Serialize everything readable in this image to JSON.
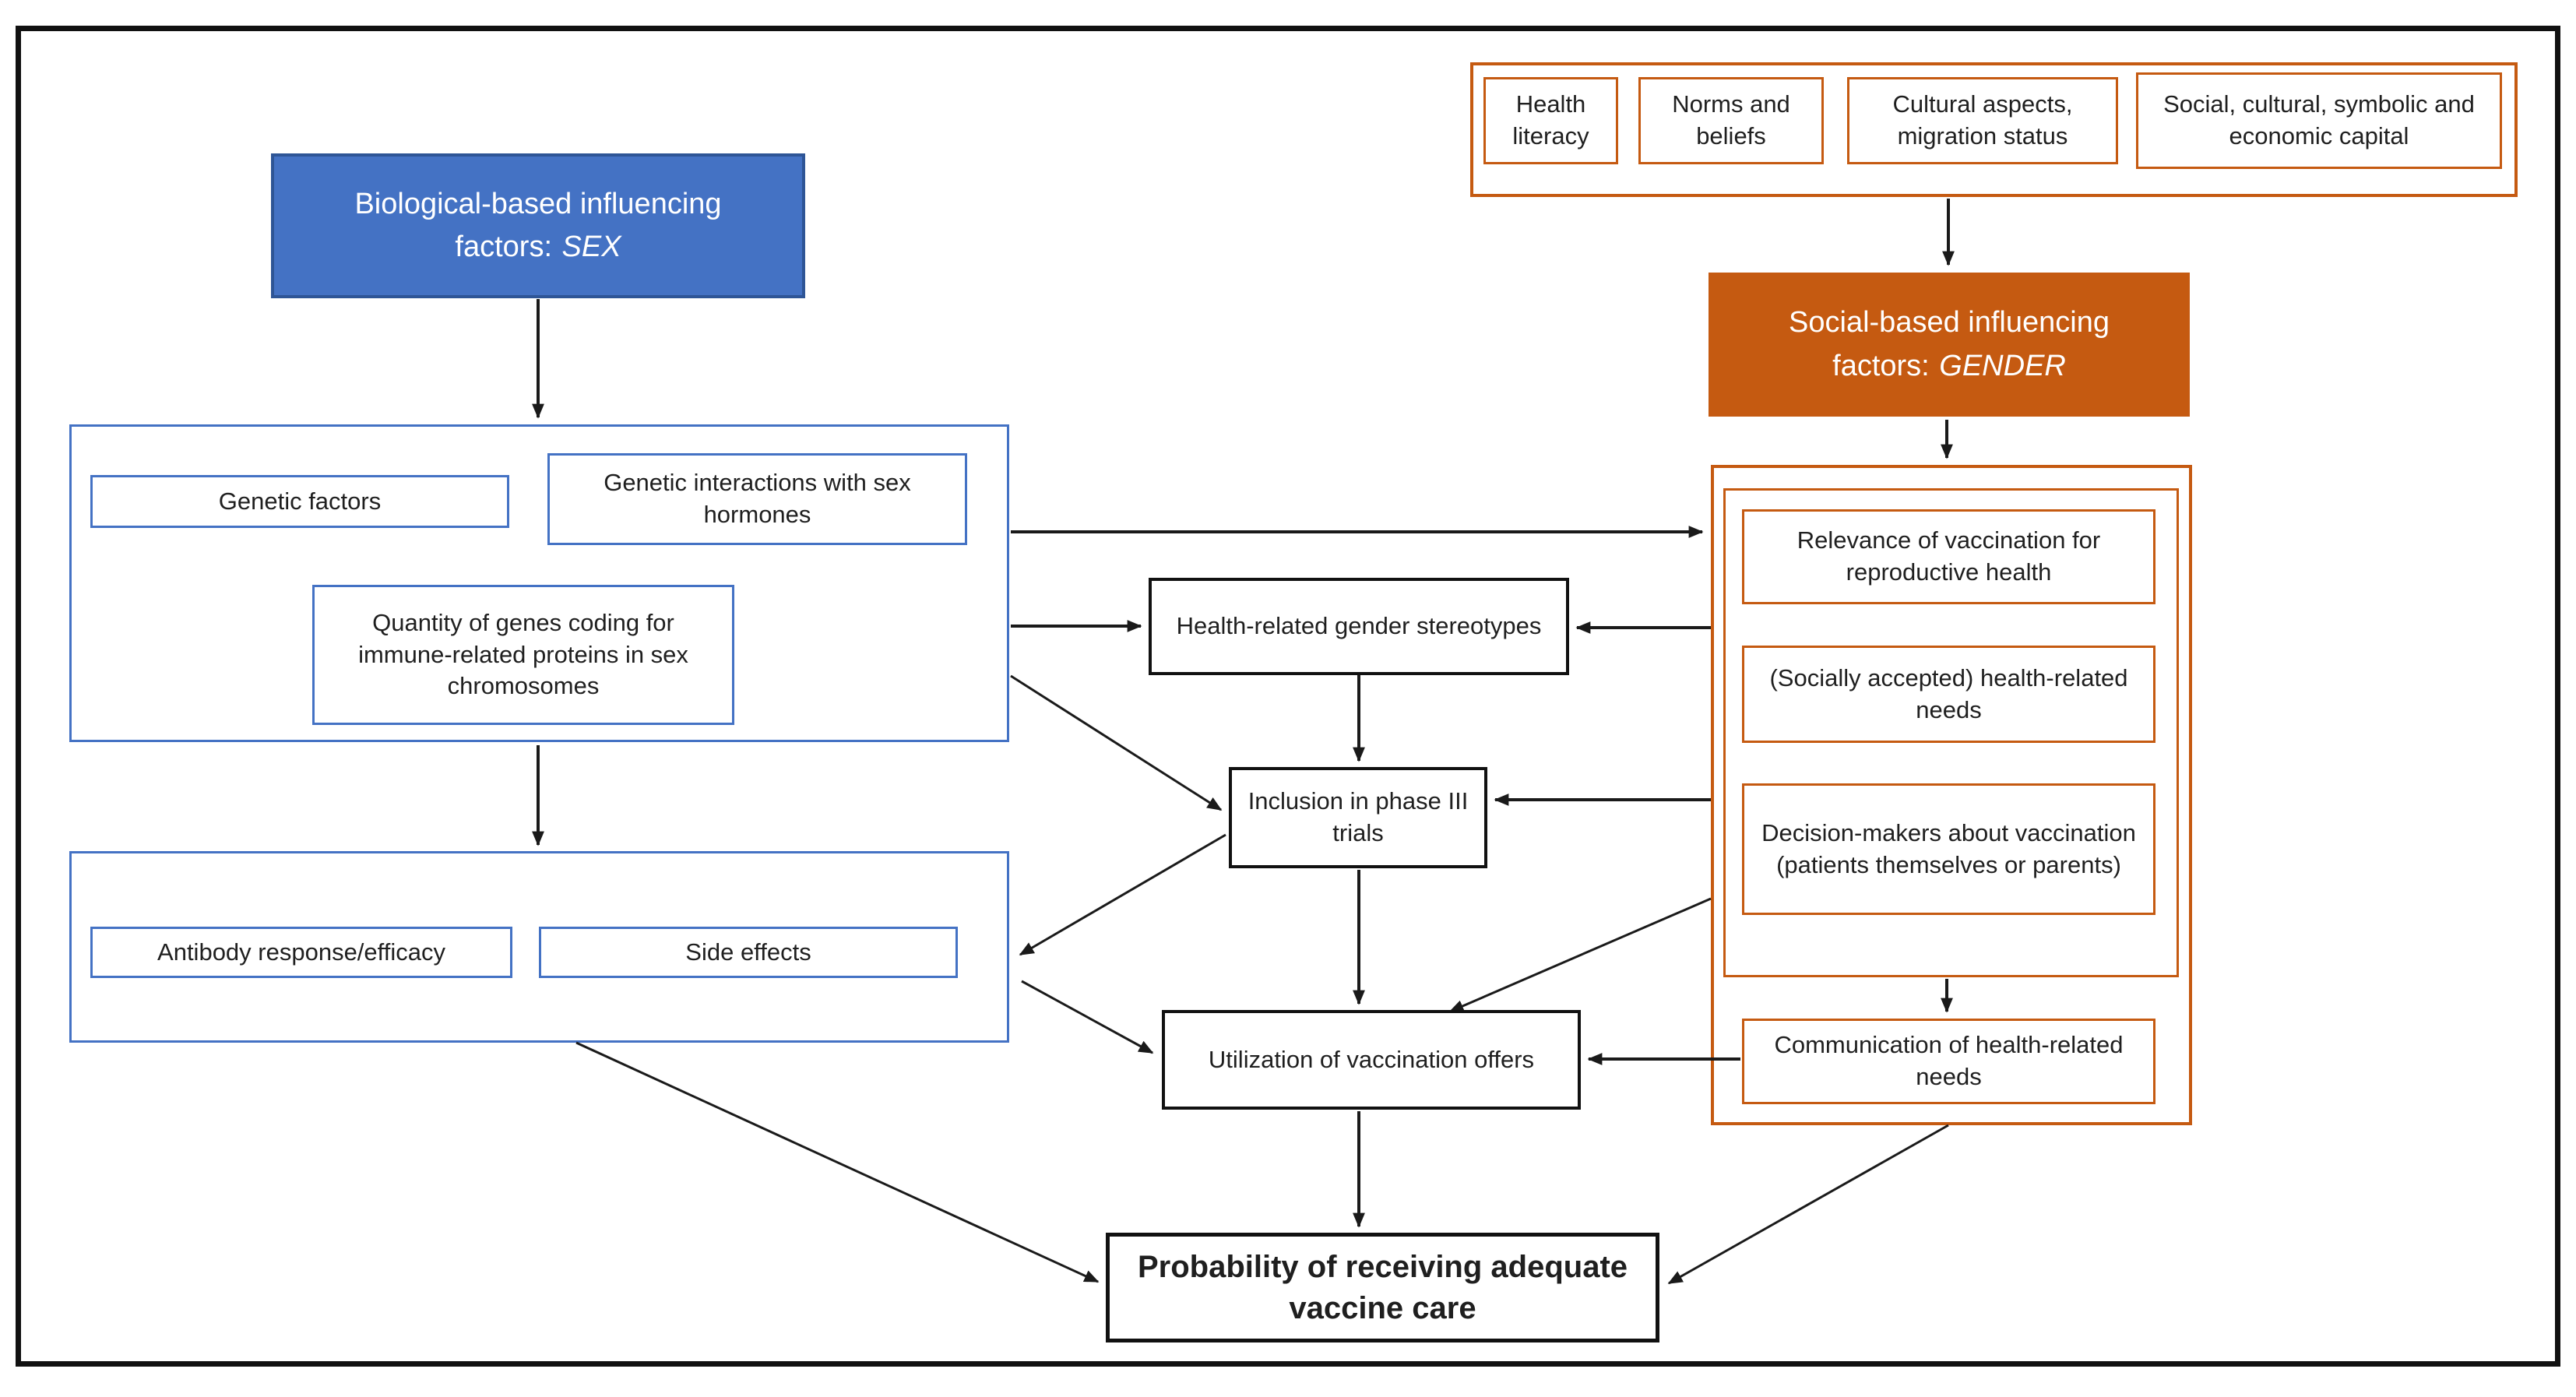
{
  "colors": {
    "accent_blue": "#4472C4",
    "accent_blue_dark": "#2E5596",
    "accent_orange": "#C55A11",
    "line_black": "#1a1a1a"
  },
  "boxes": {
    "biological": {
      "label": "Biological-based influencing factors:",
      "emph": "SEX"
    },
    "social": {
      "label": "Social-based influencing factors:",
      "emph": "GENDER"
    },
    "genetic_factors": {
      "label": "Genetic factors"
    },
    "genetic_interactions": {
      "label": "Genetic interactions with sex hormones"
    },
    "quantity_genes": {
      "label": "Quantity of genes coding for immune-related proteins in sex chromosomes"
    },
    "antibody": {
      "label": "Antibody response/efficacy"
    },
    "side_effects": {
      "label": "Side effects"
    },
    "health_literacy": {
      "label": "Health literacy"
    },
    "norms_beliefs": {
      "label": "Norms and beliefs"
    },
    "cultural_aspects": {
      "label": "Cultural aspects, migration status"
    },
    "capital": {
      "label": "Social, cultural, symbolic and economic capital"
    },
    "relevance": {
      "label": "Relevance of vaccination for reproductive health"
    },
    "socially_accepted": {
      "label": "(Socially accepted) health-related needs"
    },
    "decision_makers": {
      "label": "Decision-makers about vaccination (patients themselves or parents)"
    },
    "communication": {
      "label": "Communication of health-related needs"
    },
    "stereotypes": {
      "label": "Health-related gender stereotypes"
    },
    "inclusion": {
      "label": "Inclusion in phase III trials"
    },
    "utilization": {
      "label": "Utilization of vaccination offers"
    },
    "probability": {
      "label": "Probability of receiving adequate vaccine care"
    }
  }
}
